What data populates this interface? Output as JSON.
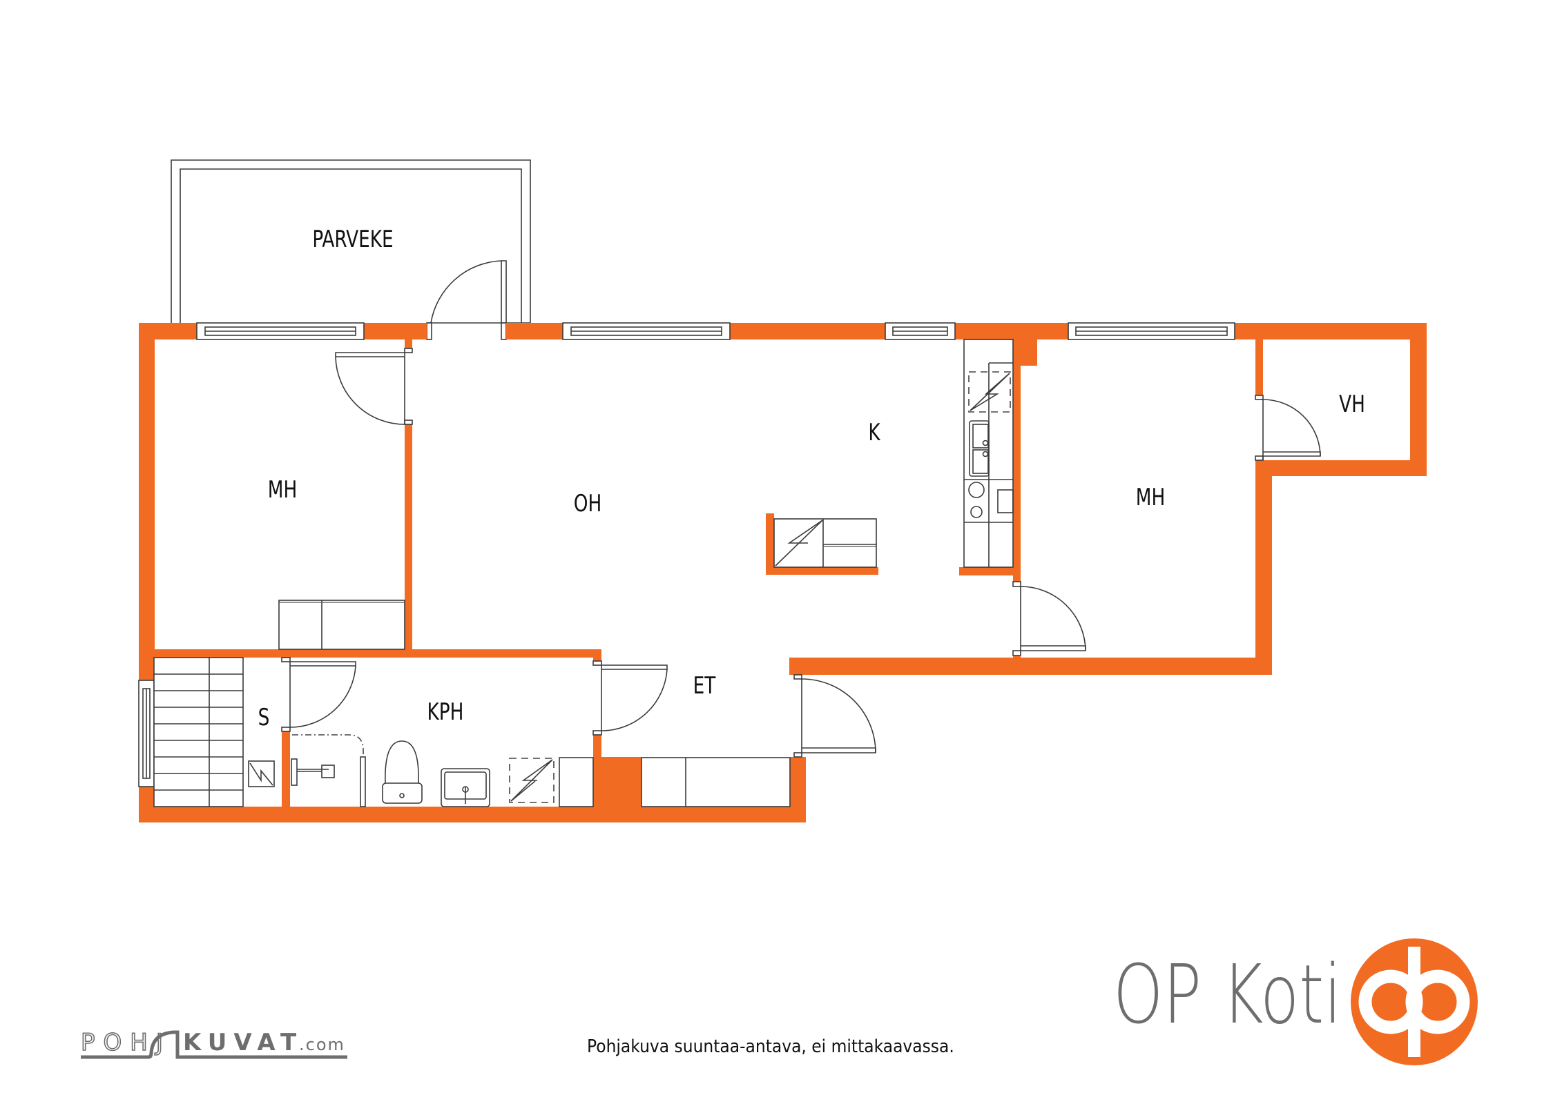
{
  "plan": {
    "wall_color": "#f26b22",
    "rooms": [
      {
        "id": "parveke",
        "label": "PARVEKE"
      },
      {
        "id": "mh-left",
        "label": "MH"
      },
      {
        "id": "oh",
        "label": "OH"
      },
      {
        "id": "k",
        "label": "K"
      },
      {
        "id": "mh-right",
        "label": "MH"
      },
      {
        "id": "vh",
        "label": "VH"
      },
      {
        "id": "et",
        "label": "ET"
      },
      {
        "id": "kph",
        "label": "KPH"
      },
      {
        "id": "s",
        "label": "S"
      }
    ]
  },
  "footer": {
    "disclaimer": "Pohjakuva suuntaa-antava, ei mittakaavassa.",
    "pohjakuvat_logo": {
      "outline_part": "POHJ",
      "bold_part": "KUVAT",
      "suffix": ".com"
    },
    "op_koti_logo": {
      "text": "OP Koti",
      "icon": "op-logo-icon",
      "brand_color": "#f26b22",
      "text_color": "#6e6e6e"
    }
  }
}
